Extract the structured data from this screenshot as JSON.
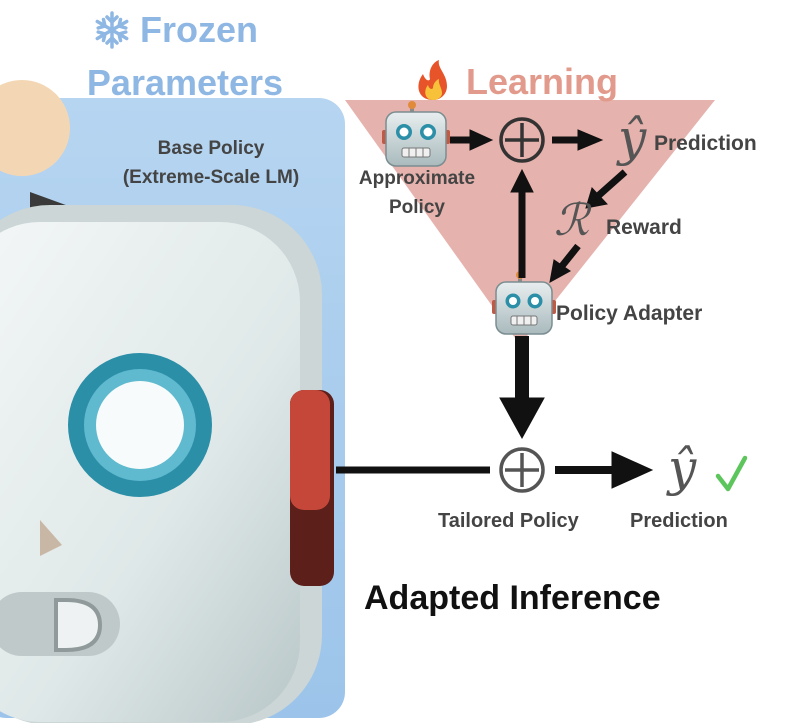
{
  "frozen": {
    "icon": "snowflake-icon",
    "title_line1": "Frozen",
    "title_line2": "Parameters"
  },
  "learning": {
    "icon": "fire-icon",
    "title": "Learning"
  },
  "base_policy": {
    "line1": "Base Policy",
    "line2": "(Extreme-Scale LM)",
    "icon": "robot-face-icon"
  },
  "approximate_policy": {
    "line1": "Approximate",
    "line2": "Policy",
    "icon": "robot-face-icon"
  },
  "prediction_top": {
    "symbol": "ŷ",
    "label": "Prediction"
  },
  "reward": {
    "symbol": "ℛ",
    "label": "Reward"
  },
  "policy_adapter": {
    "label": "Policy Adapter",
    "icon": "robot-face-icon"
  },
  "combine_symbol": "⊕",
  "tailored_policy": {
    "label": "Tailored Policy"
  },
  "prediction_bottom": {
    "symbol": "ŷ",
    "check": "✓",
    "label": "Prediction"
  },
  "adapted_inference": "Adapted Inference",
  "colors": {
    "frozen_blue": "#8fb7e3",
    "panel_blue": "#a9cdee",
    "learning_salmon": "#e29a8c",
    "triangle_fill": "#e3aaa4",
    "arrow_black": "#111111",
    "check_green": "#5cc65c"
  }
}
